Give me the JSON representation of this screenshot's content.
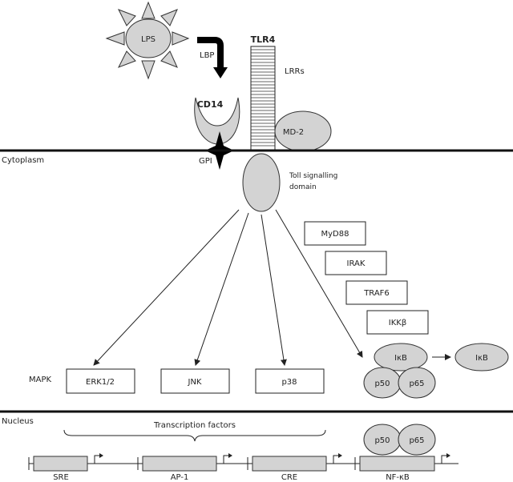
{
  "labels": {
    "lps": "LPS",
    "lbp": "LBP",
    "tlr4": "TLR4",
    "lrrs": "LRRs",
    "cd14": "CD14",
    "md2": "MD-2",
    "cytoplasm": "Cytoplasm",
    "gpi": "GPI",
    "toll_line1": "Toll signalling",
    "toll_line2": "domain",
    "myd88": "MyD88",
    "irak": "IRAK",
    "traf6": "TRAF6",
    "ikkb": "IKKβ",
    "ikb": "IκB",
    "ikb_free": "IκB",
    "p50": "p50",
    "p65": "p65",
    "mapk": "MAPK",
    "erk": "ERK1/2",
    "jnk": "JNK",
    "p38": "p38",
    "nucleus": "Nucleus",
    "transcription_factors": "Transcription factors",
    "nuc_p50": "p50",
    "nuc_p65": "p65",
    "sre": "SRE",
    "ap1": "AP-1",
    "cre": "CRE",
    "nfkb": "NF-κB"
  },
  "colors": {
    "shape_fill": "#d3d3d3",
    "outline": "#222222",
    "membrane": "#111111"
  }
}
